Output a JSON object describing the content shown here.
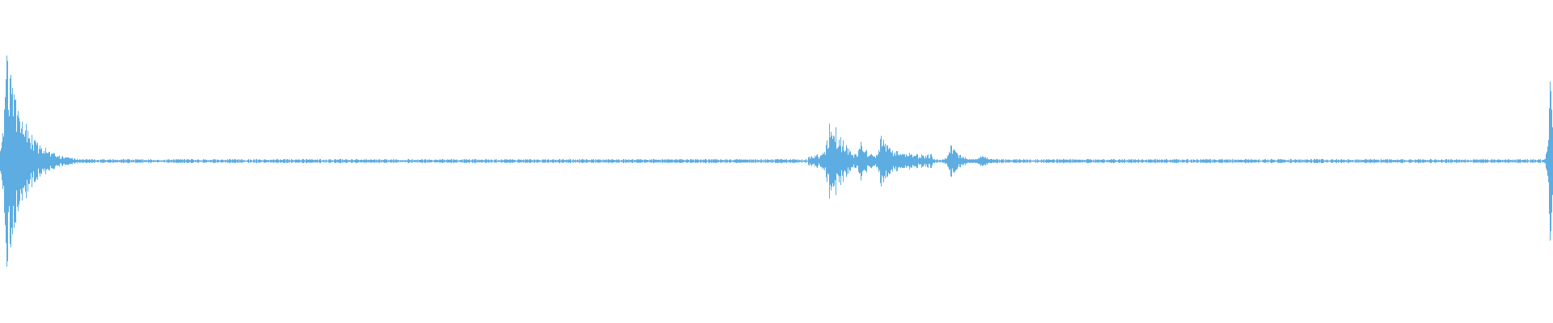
{
  "waveform": {
    "color": "#5dade2",
    "background": "#ffffff",
    "amplitude_scale": 0.34,
    "noise_floor": 0.012,
    "bursts": [
      {
        "position": 0.004,
        "peak": 1.0,
        "decay": 0.012,
        "attack": 0.002
      },
      {
        "position": 0.018,
        "peak": 0.28,
        "decay": 0.006,
        "attack": 0.002
      },
      {
        "position": 0.535,
        "peak": 0.5,
        "decay": 0.008,
        "attack": 0.003
      },
      {
        "position": 0.554,
        "peak": 0.2,
        "decay": 0.006,
        "attack": 0.002
      },
      {
        "position": 0.567,
        "peak": 0.26,
        "decay": 0.01,
        "attack": 0.002
      },
      {
        "position": 0.585,
        "peak": 0.08,
        "decay": 0.008,
        "attack": 0.003
      },
      {
        "position": 0.612,
        "peak": 0.18,
        "decay": 0.006,
        "attack": 0.002
      },
      {
        "position": 0.633,
        "peak": 0.08,
        "decay": 0.004,
        "attack": 0.003
      },
      {
        "position": 0.998,
        "peak": 1.0,
        "decay": 0.003,
        "attack": 0.001
      }
    ],
    "plateau": {
      "start": 0.52,
      "end": 0.6,
      "level": 0.05
    }
  }
}
